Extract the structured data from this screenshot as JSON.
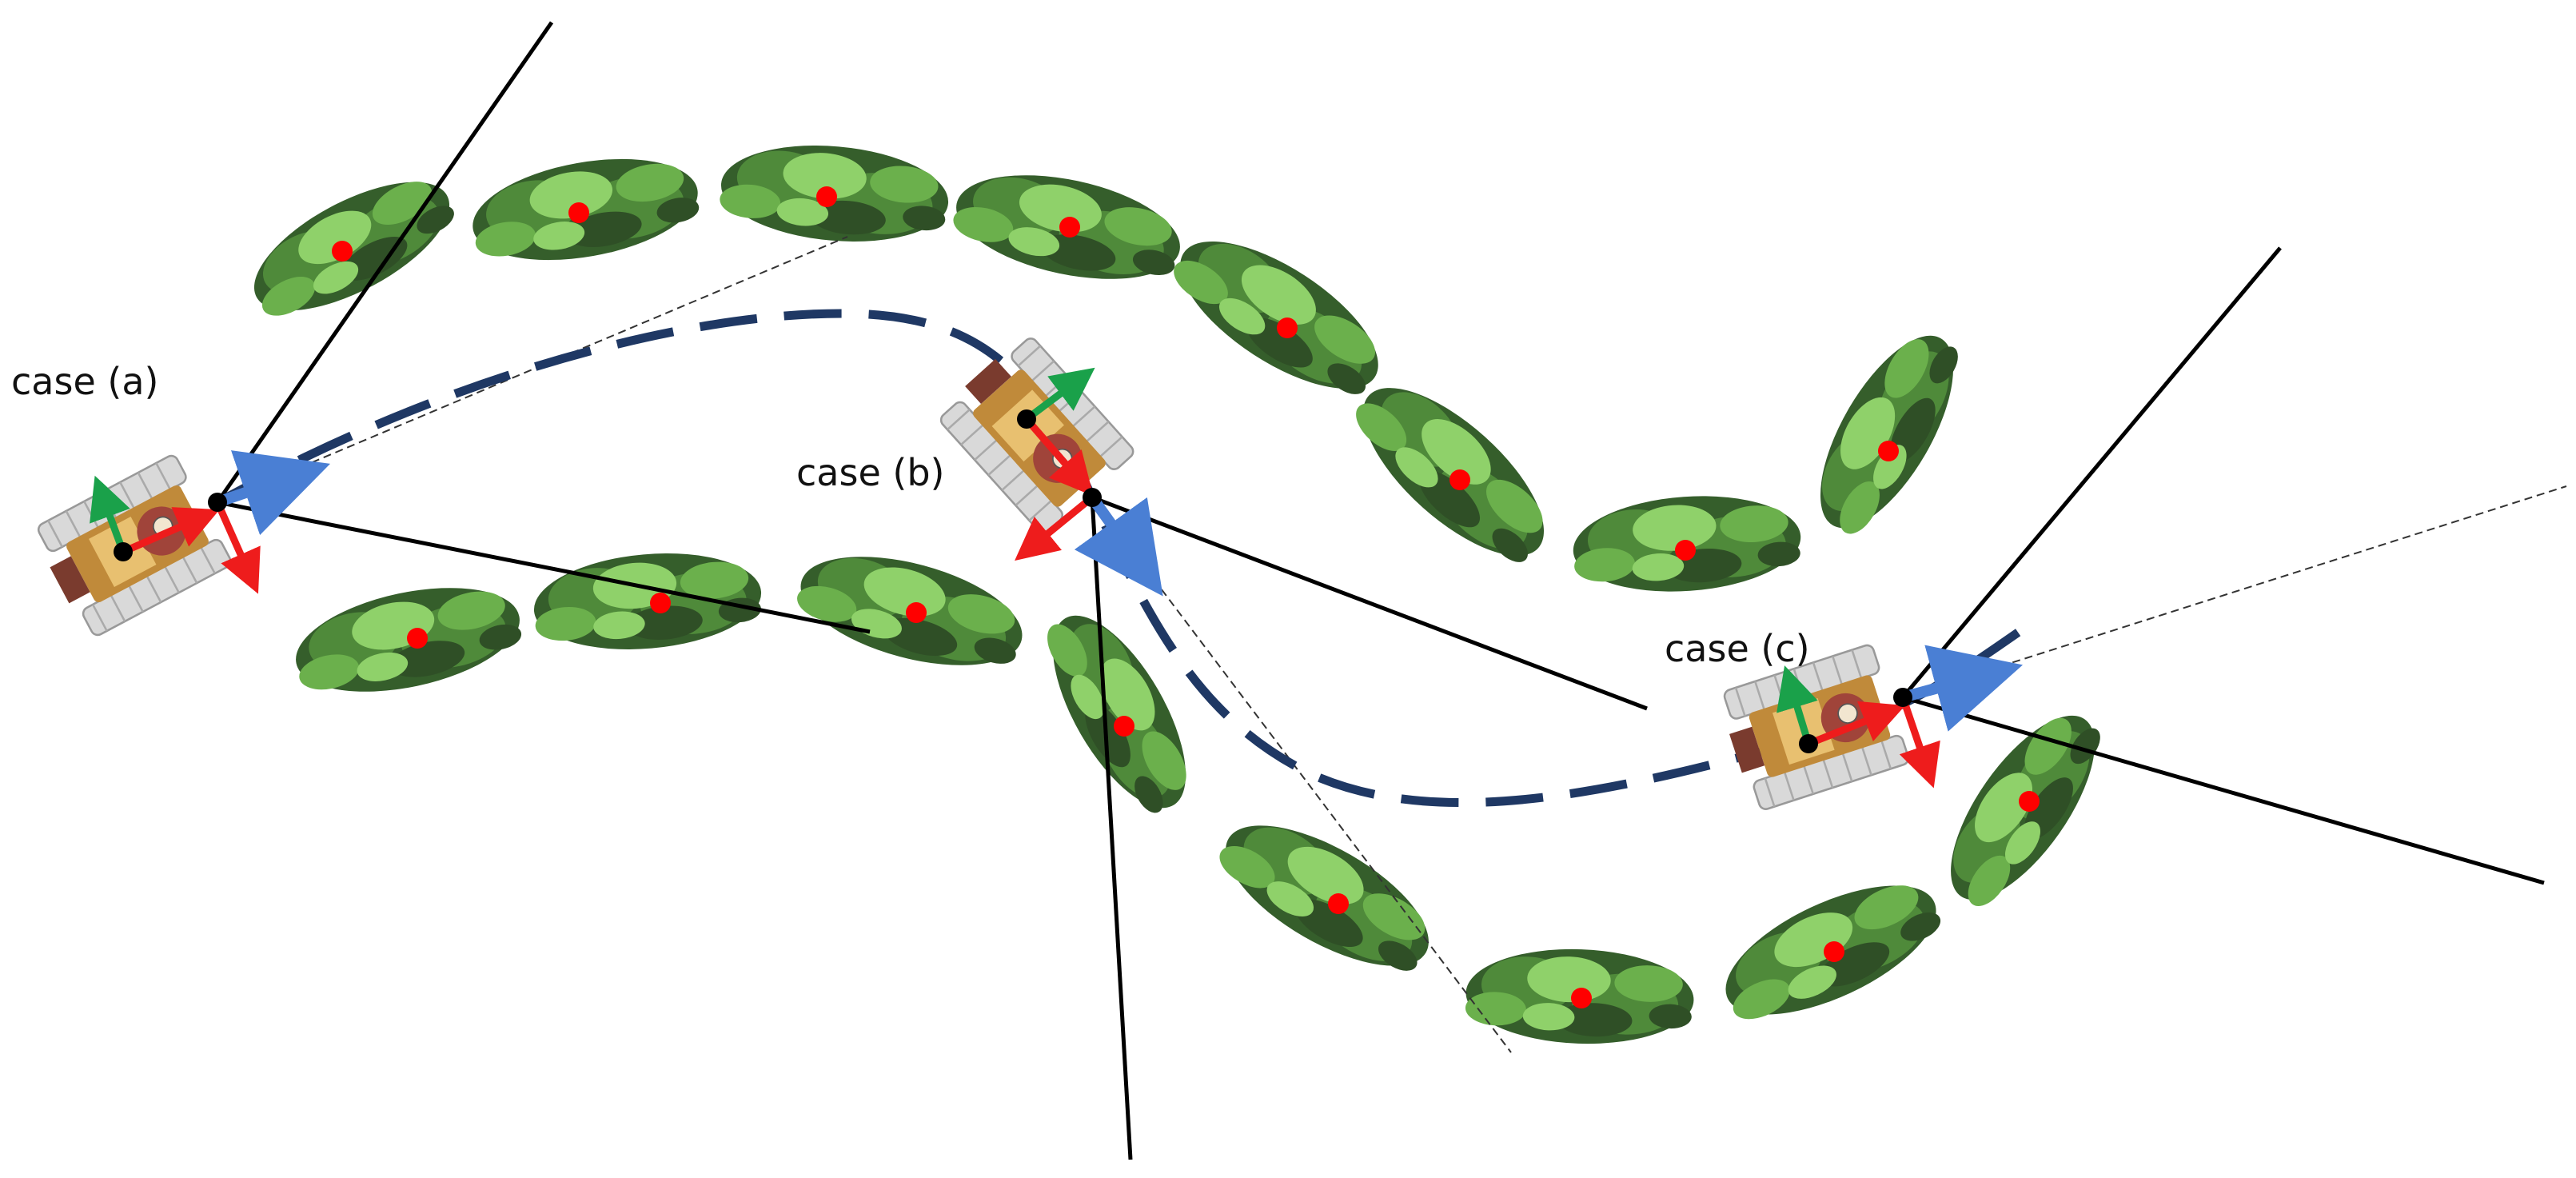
{
  "labels": {
    "case_a": "case (a)",
    "case_b": "case (b)",
    "case_c": "case (c)"
  },
  "colors": {
    "background": "#ffffff",
    "path_dashed": "#1f3864",
    "guide_lines": "#000000",
    "thin_guide": "#333333",
    "plant_dark": "#355e2b",
    "plant_mid": "#4f8a3a",
    "plant_light": "#8fd16a",
    "plant_center": "#ff0000",
    "axis_x_forward": "#4a7fd4",
    "axis_red": "#ee1c1c",
    "axis_green": "#1aa14a",
    "robot_track": "#d9d9d9",
    "robot_body": "#c08a3a",
    "robot_dark": "#7a3b2e"
  },
  "icons": {
    "robot": "tracked-robot-icon",
    "plant": "plant-canopy-icon"
  }
}
